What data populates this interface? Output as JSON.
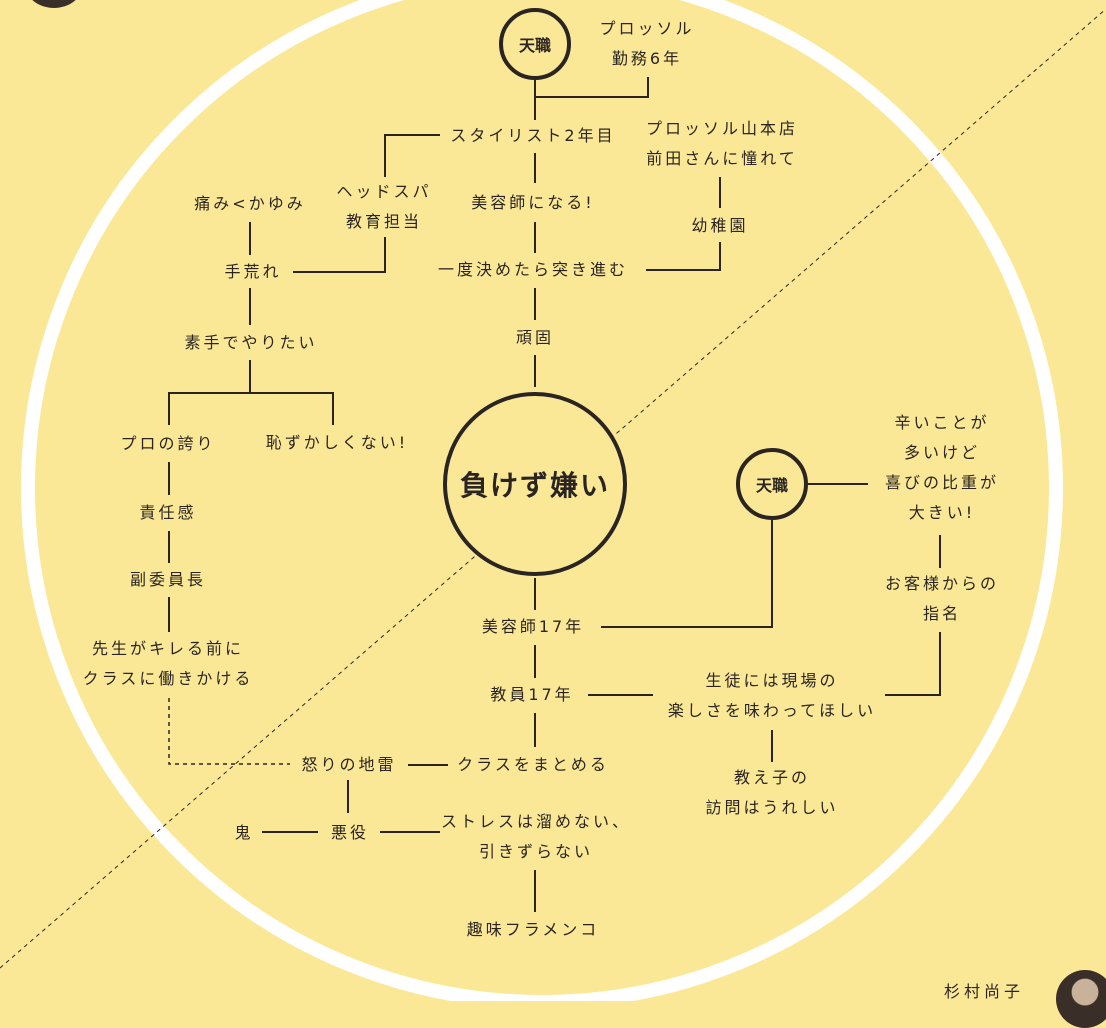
{
  "center": {
    "label": "負けず嫌い"
  },
  "hubs": {
    "top": "天職",
    "right": "天職"
  },
  "nodes": {
    "proussol_6y": "プロッソル\n勤務6年",
    "stylist_2y": "スタイリスト2年目",
    "yamamoto_store": "プロッソル山本店\n前田さんに憧れて",
    "headspa": "ヘッドスパ\n教育担当",
    "itch": "痛み<かゆみ",
    "become_stylist": "美容師になる!",
    "kindergarten": "幼稚園",
    "rough_hands": "手荒れ",
    "once_decided": "一度決めたら突き進む",
    "stubborn": "頑固",
    "bare_hands": "素手でやりたい",
    "pro_pride": "プロの誇り",
    "not_embarrassing": "恥ずかしくない!",
    "responsibility": "責任感",
    "vice_chair": "副委員長",
    "before_teacher": "先生がキレる前に\nクラスに働きかける",
    "hard_days": "辛いことが\n多いけど\n喜びの比重が\n大きい!",
    "customer_request": "お客様からの\n指名",
    "stylist_17y": "美容師17年",
    "teacher_17y": "教員17年",
    "students_fun": "生徒には現場の\n楽しさを味わってほしい",
    "former_students": "教え子の\n訪問はうれしい",
    "anger_mine": "怒りの地雷",
    "unite_class": "クラスをまとめる",
    "demon": "鬼",
    "villain": "悪役",
    "no_stress": "ストレスは溜めない、\n引きずらない",
    "flamenco": "趣味フラメンコ"
  },
  "people": {
    "bottom_right": "杉村尚子"
  }
}
